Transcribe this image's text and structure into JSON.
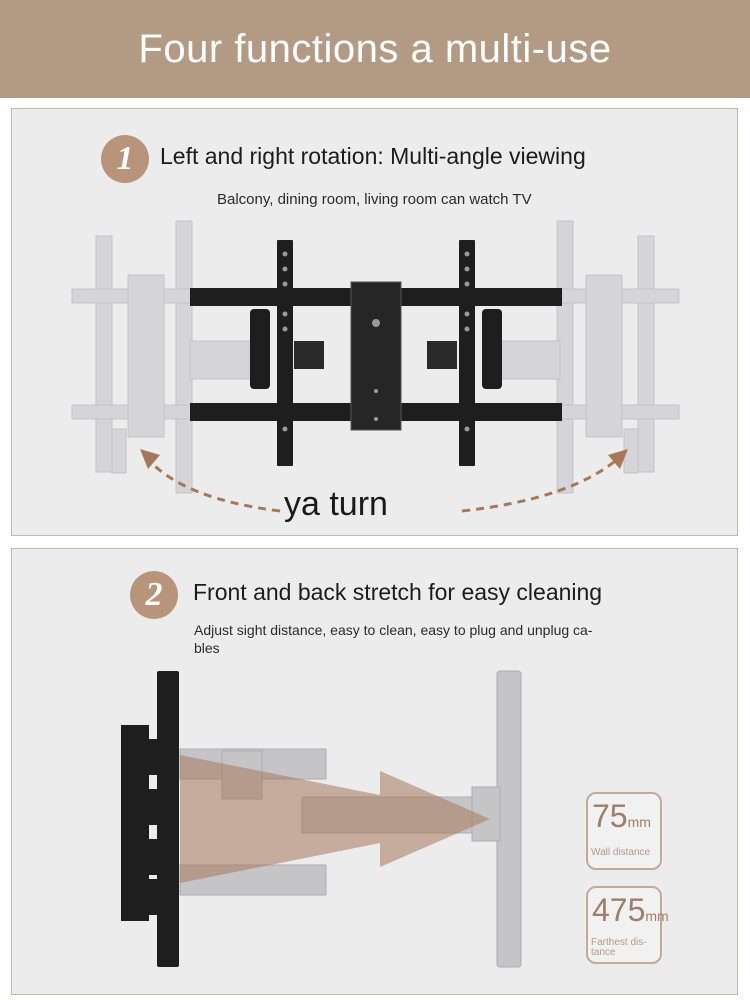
{
  "banner": {
    "title": "Four functions a multi-use"
  },
  "section1": {
    "number": "1",
    "title": "Left and right rotation: Multi-angle viewing",
    "subtitle": "Balcony, dining room, living room can watch TV",
    "caption": "ya turn"
  },
  "section2": {
    "number": "2",
    "title": "Front and back stretch for easy cleaning",
    "subtitle": "Adjust sight distance, easy to clean, easy to plug and unplug ca-\nbles",
    "specs": [
      {
        "value": "75",
        "unit": "mm",
        "label": "Wall distance"
      },
      {
        "value": "475",
        "unit": "mm",
        "label": "Farthest dis-\ntance"
      }
    ]
  },
  "colors": {
    "banner": "#b39a84",
    "badge": "#b8957a",
    "panel": "#ececed",
    "bracket": "#1e1e1e",
    "ghost": "#c9c9cb",
    "arrow": "#a5785a"
  }
}
